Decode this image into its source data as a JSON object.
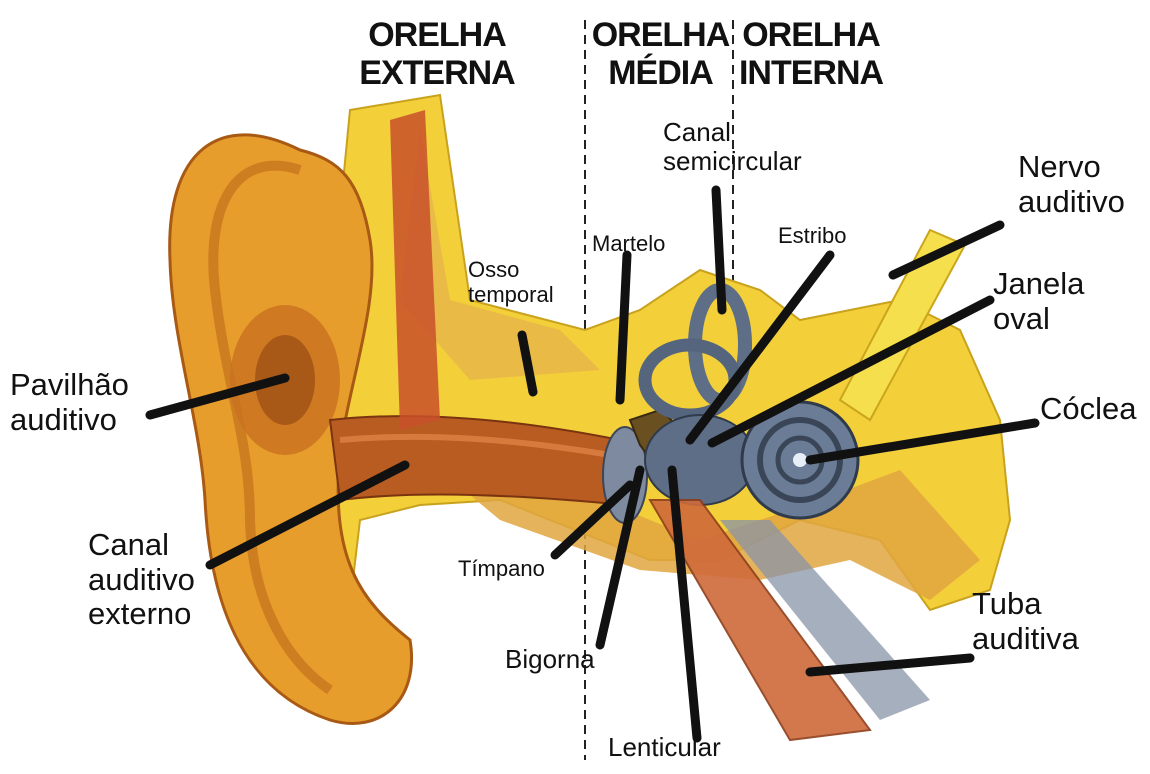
{
  "sections": {
    "outer": "ORELHA EXTERNA",
    "middle": "ORELHA\nMÉDIA",
    "inner": "ORELHA\nINTERNA"
  },
  "labels": {
    "pavilhao": "Pavilhão\nauditivo",
    "canal_externo": "Canal\nauditivo\nexterno",
    "osso_temporal": "Osso\ntemporal",
    "martelo": "Martelo",
    "canal_semicircular": "Canal\nsemicircular",
    "estribo": "Estribo",
    "nervo_auditivo": "Nervo\nauditivo",
    "janela_oval": "Janela\noval",
    "coclea": "Cóclea",
    "tuba_auditiva": "Tuba\nauditiva",
    "timpano": "Tímpano",
    "bigorna": "Bigorna",
    "lenticular": "Lenticular"
  },
  "colors": {
    "skin": "#e79d2b",
    "skin_dark": "#b8641a",
    "bone": "#f3cf3a",
    "muscle": "#c8502a",
    "labyrinth": "#5d6e86",
    "leader": "#111111"
  }
}
